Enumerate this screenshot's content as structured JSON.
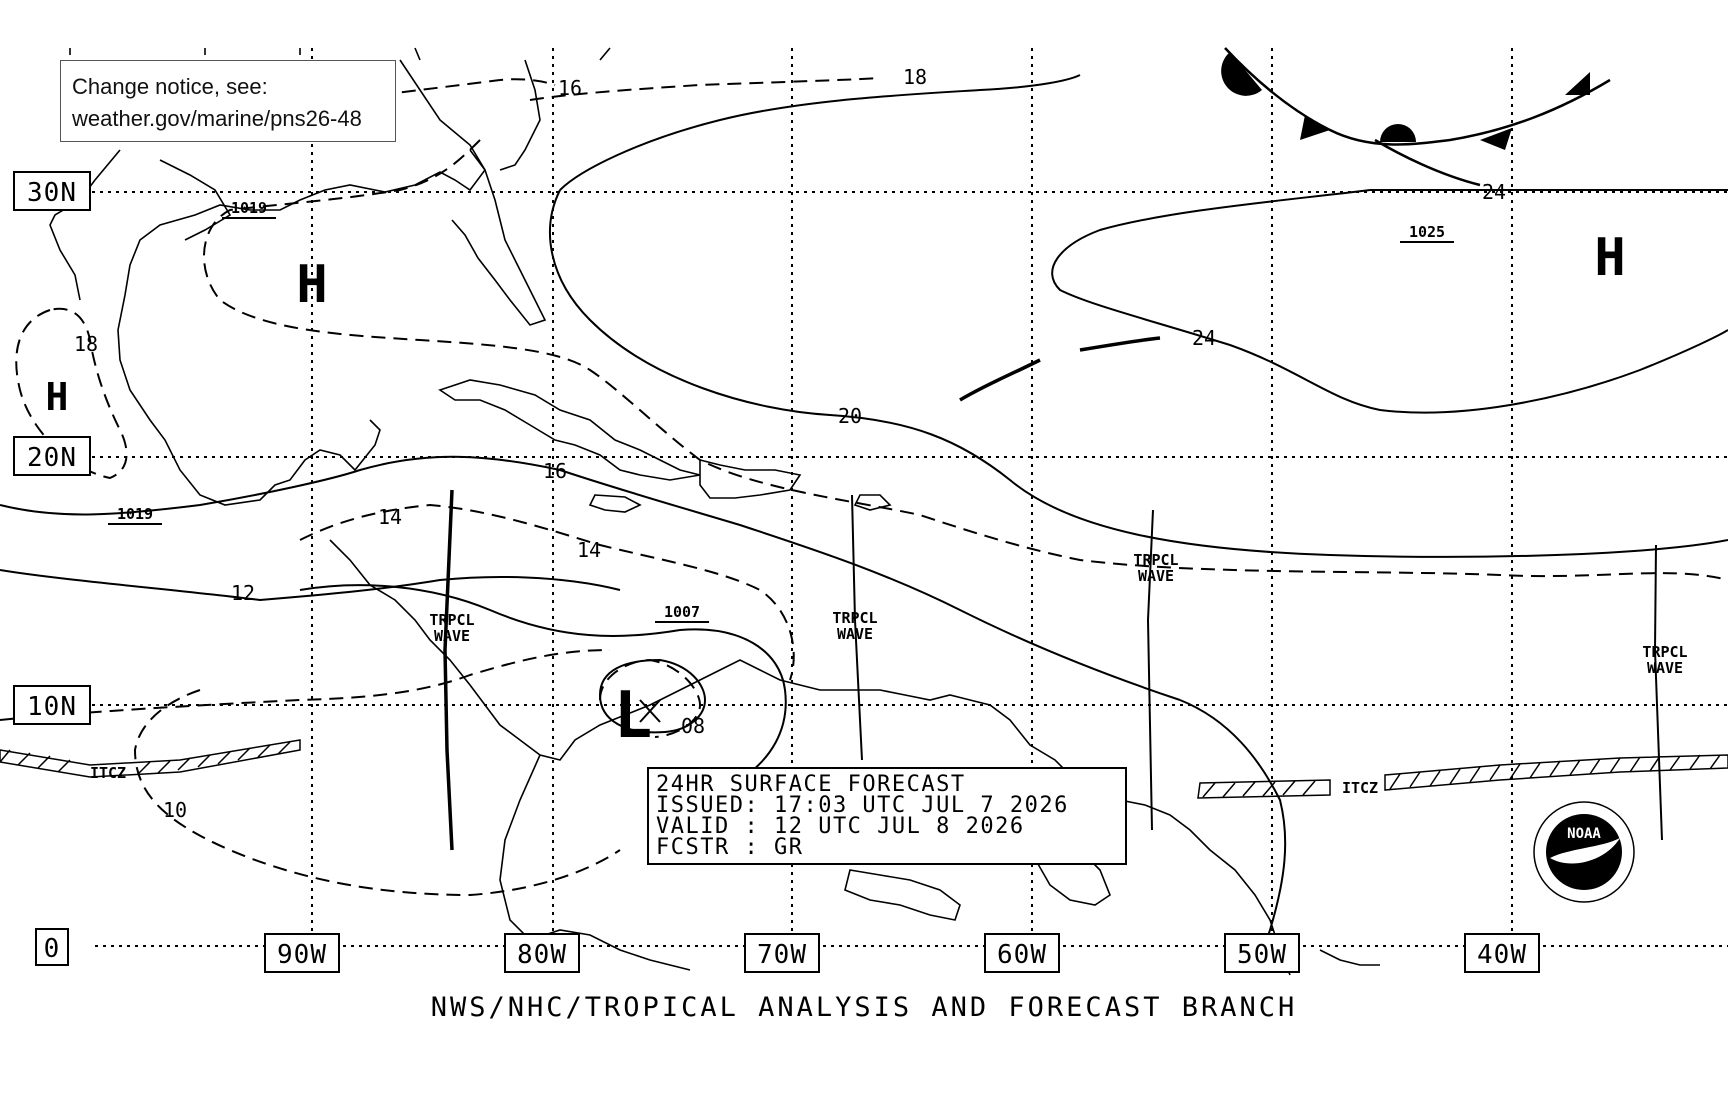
{
  "notice": {
    "line1": "Change notice, see:",
    "line2": "weather.gov/marine/pns26-48"
  },
  "lat_labels": [
    "30N",
    "20N",
    "10N",
    "0"
  ],
  "lon_labels": [
    "90W",
    "80W",
    "70W",
    "60W",
    "50W",
    "40W"
  ],
  "pressure_centers": [
    {
      "type": "H",
      "value": "1019"
    },
    {
      "type": "H",
      "value": ""
    },
    {
      "type": "H",
      "value": "1025"
    },
    {
      "type": "L",
      "value": "1007"
    }
  ],
  "isobar_labels": [
    "1019",
    "1019",
    "1025",
    "1007"
  ],
  "isobar_values": [
    "16",
    "18",
    "18",
    "24",
    "24",
    "20",
    "16",
    "14",
    "14",
    "12",
    "10",
    "08"
  ],
  "features": {
    "wave": "TRPCL WAVE",
    "wave_line1": "TRPCL",
    "wave_line2": "WAVE",
    "itcz": "ITCZ"
  },
  "forecast_box": {
    "line1": "24HR SURFACE FORECAST",
    "line2": "ISSUED: 17:03 UTC JUL 7 2026",
    "line3": "VALID : 12 UTC JUL 8 2026",
    "line4": "FCSTR : GR"
  },
  "footer": "NWS/NHC/TROPICAL ANALYSIS AND FORECAST BRANCH",
  "logo": {
    "name": "noaa-logo",
    "text": "NOAA"
  }
}
